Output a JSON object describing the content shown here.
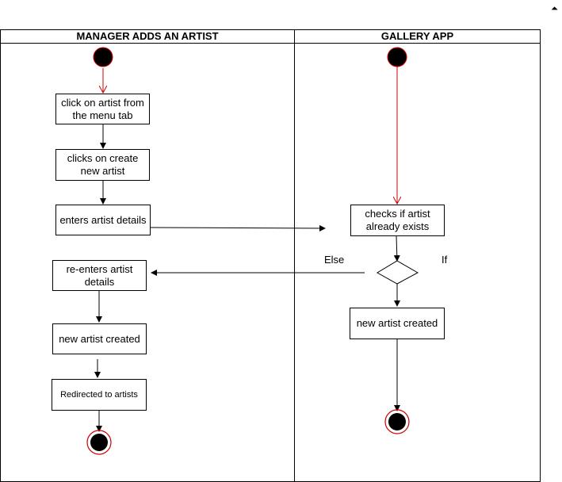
{
  "lanes": {
    "manager": {
      "title": "MANAGER ADDS AN ARTIST"
    },
    "gallery": {
      "title": "GALLERY APP"
    }
  },
  "manager_steps": [
    "click on artist from the menu tab",
    "clicks on create new artist",
    "enters artist details",
    "re-enters artist details",
    "new artist created",
    "Redirected to artists"
  ],
  "gallery_steps": [
    "checks if artist already exists",
    "new artist created"
  ],
  "guards": {
    "else": "Else",
    "if": "If"
  },
  "corner_mark": "⏶",
  "colors": {
    "stroke": "#000000",
    "start_flow": "#cc0000",
    "node_fill": "#ffffff"
  }
}
